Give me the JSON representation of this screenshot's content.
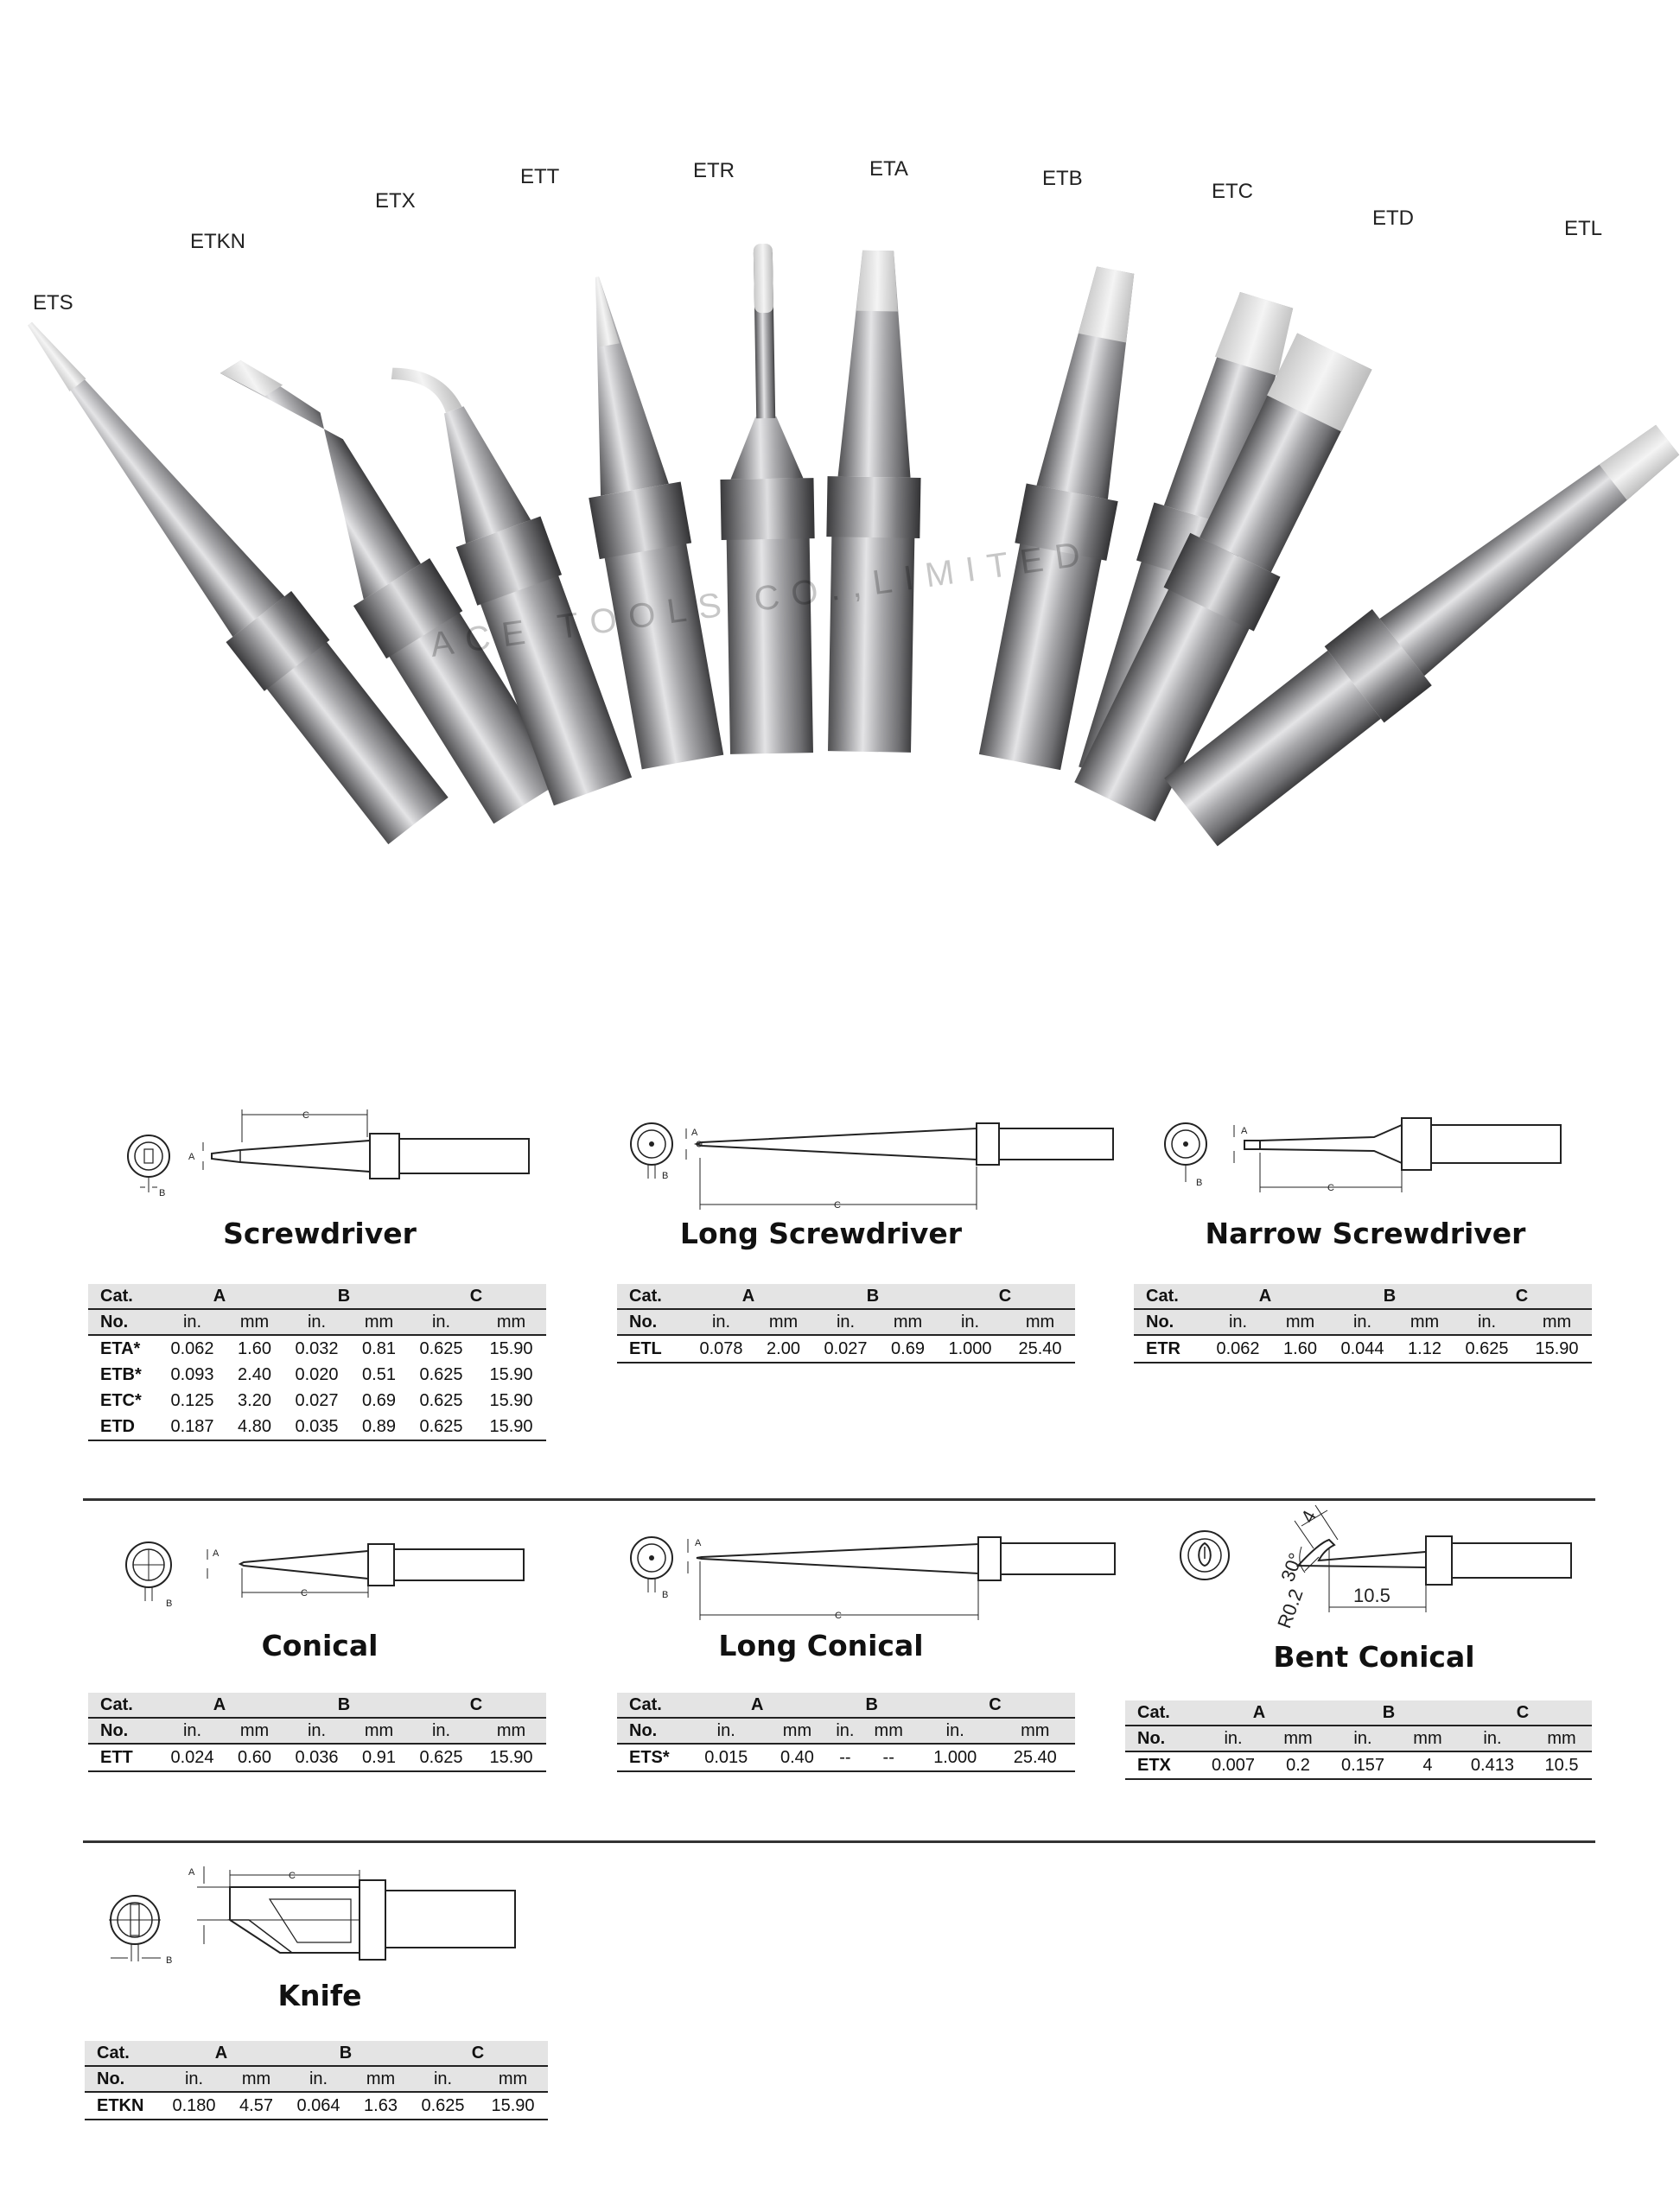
{
  "photo": {
    "tip_labels": [
      "ETS",
      "ETKN",
      "ETX",
      "ETT",
      "ETR",
      "ETA",
      "ETB",
      "ETC",
      "ETD",
      "ETL"
    ],
    "watermark": "ACE TOOLS CO.,LIMITED"
  },
  "dims": {
    "A": "A",
    "B": "B",
    "C": "C",
    "r": "R0.2",
    "deg": "30°",
    "four": "4",
    "len": "10.5"
  },
  "table_head": {
    "cat": "Cat.",
    "no": "No.",
    "a": "A",
    "b": "B",
    "c": "C",
    "in": "in.",
    "mm": "mm"
  },
  "sections": [
    {
      "title": "Screwdriver",
      "rows": [
        [
          "ETA*",
          "0.062",
          "1.60",
          "0.032",
          "0.81",
          "0.625",
          "15.90"
        ],
        [
          "ETB*",
          "0.093",
          "2.40",
          "0.020",
          "0.51",
          "0.625",
          "15.90"
        ],
        [
          "ETC*",
          "0.125",
          "3.20",
          "0.027",
          "0.69",
          "0.625",
          "15.90"
        ],
        [
          "ETD",
          "0.187",
          "4.80",
          "0.035",
          "0.89",
          "0.625",
          "15.90"
        ]
      ]
    },
    {
      "title": "Long Screwdriver",
      "rows": [
        [
          "ETL",
          "0.078",
          "2.00",
          "0.027",
          "0.69",
          "1.000",
          "25.40"
        ]
      ]
    },
    {
      "title": "Narrow Screwdriver",
      "rows": [
        [
          "ETR",
          "0.062",
          "1.60",
          "0.044",
          "1.12",
          "0.625",
          "15.90"
        ]
      ]
    },
    {
      "title": "Conical",
      "rows": [
        [
          "ETT",
          "0.024",
          "0.60",
          "0.036",
          "0.91",
          "0.625",
          "15.90"
        ]
      ]
    },
    {
      "title": "Long Conical",
      "rows": [
        [
          "ETS*",
          "0.015",
          "0.40",
          "--",
          "--",
          "1.000",
          "25.40"
        ]
      ]
    },
    {
      "title": "Bent Conical",
      "rows": [
        [
          "ETX",
          "0.007",
          "0.2",
          "0.157",
          "4",
          "0.413",
          "10.5"
        ]
      ]
    },
    {
      "title": "Knife",
      "rows": [
        [
          "ETKN",
          "0.180",
          "4.57",
          "0.064",
          "1.63",
          "0.625",
          "15.90"
        ]
      ]
    }
  ]
}
